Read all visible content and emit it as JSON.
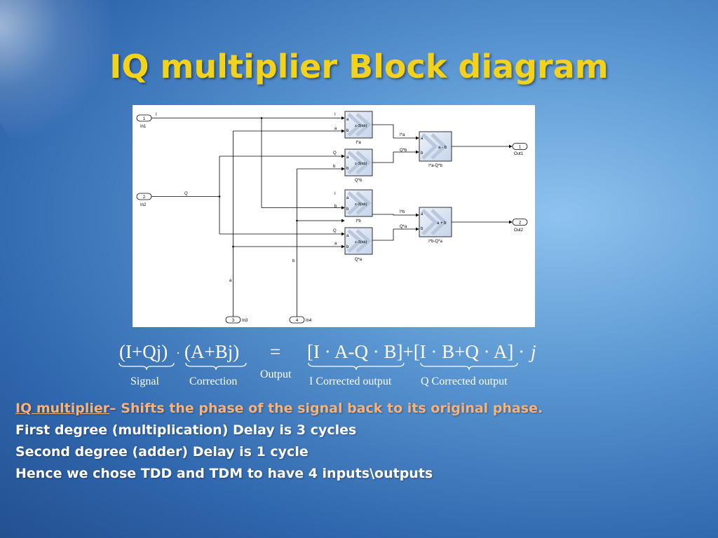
{
  "slide": {
    "title": "IQ multiplier Block diagram"
  },
  "diagram": {
    "inputs": [
      {
        "num": "1",
        "label": "In1",
        "signal": "I"
      },
      {
        "num": "2",
        "label": "In2",
        "signal": "Q"
      },
      {
        "num": "3",
        "label": "In3",
        "signal": "a"
      },
      {
        "num": "4",
        "label": "In4",
        "signal": "b"
      }
    ],
    "outputs": [
      {
        "num": "1",
        "label": "Out1"
      },
      {
        "num": "2",
        "label": "Out2"
      }
    ],
    "multipliers": [
      {
        "name": "I*a",
        "in1": "I",
        "in2": "a",
        "out": "I*a"
      },
      {
        "name": "Q*b",
        "in1": "Q",
        "in2": "b",
        "out": "Q*b"
      },
      {
        "name": "I*b",
        "in1": "I",
        "in2": "b",
        "out": "I*b"
      },
      {
        "name": "Q*a",
        "in1": "Q",
        "in2": "a",
        "out": "Q*a"
      }
    ],
    "mult_op": "z-3(ab)",
    "port_a": "a",
    "port_b": "b",
    "adders": [
      {
        "name": "I*a-Q*b",
        "op": "a - b"
      },
      {
        "name": "I*b-Q*a",
        "op": "a + b"
      }
    ]
  },
  "equation": {
    "lhs1": "(I+Qj)",
    "dot": "·",
    "lhs2": "(A+Bj)",
    "equals": "=",
    "rhs": "[I · A-Q · B]+[I · B+Q · A] ·",
    "j": "j",
    "label_signal": "Signal",
    "label_correction": "Correction",
    "label_output": "Output",
    "label_i_out": "I Corrected output",
    "label_q_out": "Q Corrected output"
  },
  "text": {
    "term": "IQ multiplier",
    "term_rest": "– Shifts the phase of the signal back to its original  phase.",
    "line2": "First degree (multiplication) Delay is 3 cycles",
    "line3": "Second degree (adder) Delay is 1 cycle",
    "line4": "Hence we chose TDD and TDM to have 4 inputs\\outputs"
  },
  "colors": {
    "title": "#f2d21c",
    "term": "#f7b27a",
    "block_fill": "#d6e3f3"
  }
}
